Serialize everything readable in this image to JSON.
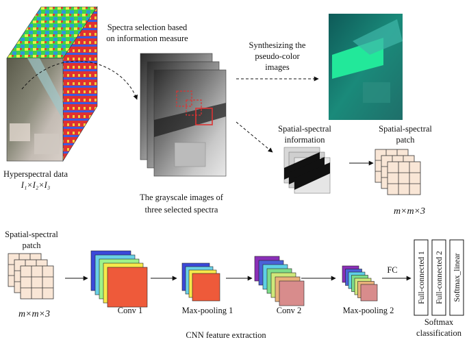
{
  "labels": {
    "hyper_line1": "Hyperspectral data",
    "hyper_line2": "I₁×I₂×I₃",
    "spectra_sel_1": "Spectra selection based",
    "spectra_sel_2": "on information measure",
    "synth_1": "Synthesizing the",
    "synth_2": "pseudo-color",
    "synth_3": "images",
    "ss_info_1": "Spatial-spectral",
    "ss_info_2": "information",
    "ss_patch_1": "Spatial-spectral",
    "ss_patch_2": "patch",
    "gray_1": "The grayscale images of",
    "gray_2": "three selected spectra",
    "mm3_top": "m×m×3",
    "patch_left_1": "Spatial-spectral",
    "patch_left_2": "patch",
    "mm3_bottom": "m×m×3",
    "conv1": "Conv 1",
    "maxpool1": "Max-pooling 1",
    "conv2": "Conv 2",
    "maxpool2": "Max-pooling 2",
    "fc": "FC",
    "fc1": "Full-connected 1",
    "fc2": "Full-connected 2",
    "softmax_linear": "Softmax_linear",
    "softmax_1": "Softmax",
    "softmax_2": "classification",
    "cnn_feature": "CNN feature extraction"
  },
  "colors": {
    "patch_fill": "#f9e6d6",
    "conv1": [
      "#3b48d9",
      "#6ad0e6",
      "#9ef28a",
      "#f6e94a",
      "#ee5a3a"
    ],
    "pool1": [
      "#3b48d9",
      "#6ad0e6",
      "#f6e94a",
      "#ee5a3a"
    ],
    "conv2": [
      "#8a2fb8",
      "#4a62d8",
      "#5ed0e6",
      "#7ddc8a",
      "#cfe87a",
      "#e9b07a",
      "#d88c8c"
    ],
    "pool2": [
      "#8a2fb8",
      "#4a62d8",
      "#5ed0e6",
      "#7ddc8a",
      "#cfe87a",
      "#e9b07a",
      "#d88c8c"
    ]
  }
}
